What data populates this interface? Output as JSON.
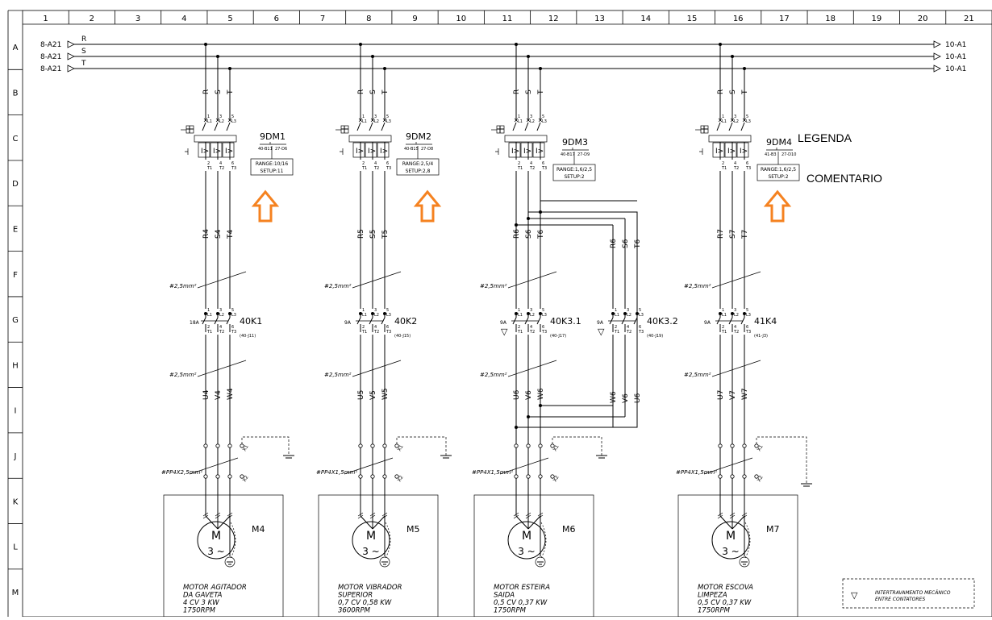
{
  "sheet": {
    "columns": [
      "1",
      "2",
      "3",
      "4",
      "5",
      "6",
      "7",
      "8",
      "9",
      "10",
      "11",
      "12",
      "13",
      "14",
      "15",
      "16",
      "17",
      "18",
      "19",
      "20",
      "21"
    ],
    "rows": [
      "A",
      "B",
      "C",
      "D",
      "E",
      "F",
      "G",
      "H",
      "I",
      "J",
      "K",
      "L",
      "M"
    ]
  },
  "bus": [
    {
      "name": "R",
      "from": "8-A21",
      "to": "10-A1"
    },
    {
      "name": "S",
      "from": "8-A21",
      "to": "10-A1"
    },
    {
      "name": "T",
      "from": "8-A21",
      "to": "10-A1"
    }
  ],
  "terminals": {
    "top": [
      "1",
      "3",
      "5"
    ],
    "bottom": [
      "2",
      "4",
      "6"
    ],
    "top_l": [
      "L1",
      "L2",
      "L3"
    ],
    "bottom_t": [
      "T1",
      "T2",
      "T3"
    ]
  },
  "phase_labels": [
    "R",
    "S",
    "T"
  ],
  "breakers": [
    {
      "name": "9DM1",
      "ref_left": "40-B11",
      "ref_right": "27-D6",
      "range": "RANGE:10/16",
      "setup": "SETUP:11"
    },
    {
      "name": "9DM2",
      "ref_left": "40-B15",
      "ref_right": "27-D8",
      "range": "RANGE:2,5/4",
      "setup": "SETUP:2,8"
    },
    {
      "name": "9DM3",
      "ref_left": "40-B17",
      "ref_right": "27-D9",
      "range": "RANGE:1,6/2,5",
      "setup": "SETUP:2"
    },
    {
      "name": "9DM4",
      "ref_left": "41-B3",
      "ref_right": "27-D10",
      "range": "RANGE:1,6/2,5",
      "setup": "SETUP:2"
    }
  ],
  "wires_mid": [
    [
      "R4",
      "S4",
      "T4"
    ],
    [
      "R5",
      "S5",
      "T5"
    ],
    [
      "R6",
      "S6",
      "T6"
    ],
    [
      "R6",
      "S6",
      "T6"
    ],
    [
      "R7",
      "S7",
      "T7"
    ]
  ],
  "wires_low": [
    [
      "U4",
      "V4",
      "W4"
    ],
    [
      "U5",
      "V5",
      "W5"
    ],
    [
      "U6",
      "V6",
      "W6"
    ],
    [
      "W6",
      "V6",
      "U6"
    ],
    [
      "U7",
      "V7",
      "W7"
    ]
  ],
  "cable_section": "#2,5mm²",
  "contactors": [
    {
      "name": "40K1",
      "ref": "(40-J11)",
      "current": "18A"
    },
    {
      "name": "40K2",
      "ref": "(40-J15)",
      "current": "9A"
    },
    {
      "name": "40K3.1",
      "ref": "(40-J17)",
      "current": "9A"
    },
    {
      "name": "40K3.2",
      "ref": "(40-J19)",
      "current": "9A"
    },
    {
      "name": "41K4",
      "ref": "(41-J3)",
      "current": "9A"
    }
  ],
  "x_terminals": [
    "X1",
    "X2"
  ],
  "motors": [
    {
      "tag": "M4",
      "cable": "#PP4X2,5mm²",
      "lines": [
        "MOTOR  AGITADOR",
        "DA  GAVETA",
        "4  CV  3 KW",
        "1750RPM"
      ]
    },
    {
      "tag": "M5",
      "cable": "#PP4X1,5mm²",
      "lines": [
        "MOTOR  VIBRADOR",
        "SUPERIOR",
        "0,7 CV  0,58 KW",
        "3600RPM"
      ]
    },
    {
      "tag": "M6",
      "cable": "#PP4X1,5mm²",
      "lines": [
        "MOTOR  ESTEIRA",
        "SAIDA",
        "0,5  CV  0,37 KW",
        "1750RPM"
      ]
    },
    {
      "tag": "M7",
      "cable": "#PP4X1,5mm²",
      "lines": [
        "MOTOR  ESCOVA",
        "LIMPEZA",
        "0,5  CV  0,37 KW",
        "1750RPM"
      ]
    }
  ],
  "motor_symbol": {
    "letter": "M",
    "phases": "3 ~"
  },
  "annotations": {
    "legend": "LEGENDA",
    "comment": "COMENTARIO"
  },
  "key": {
    "symbol": "▽",
    "text1": "INTERTRAVAMENTO MECÂNICO",
    "text2": "ENTRE CONTATORES"
  },
  "colors": {
    "arrow": "#f58220",
    "line": "#000000"
  }
}
